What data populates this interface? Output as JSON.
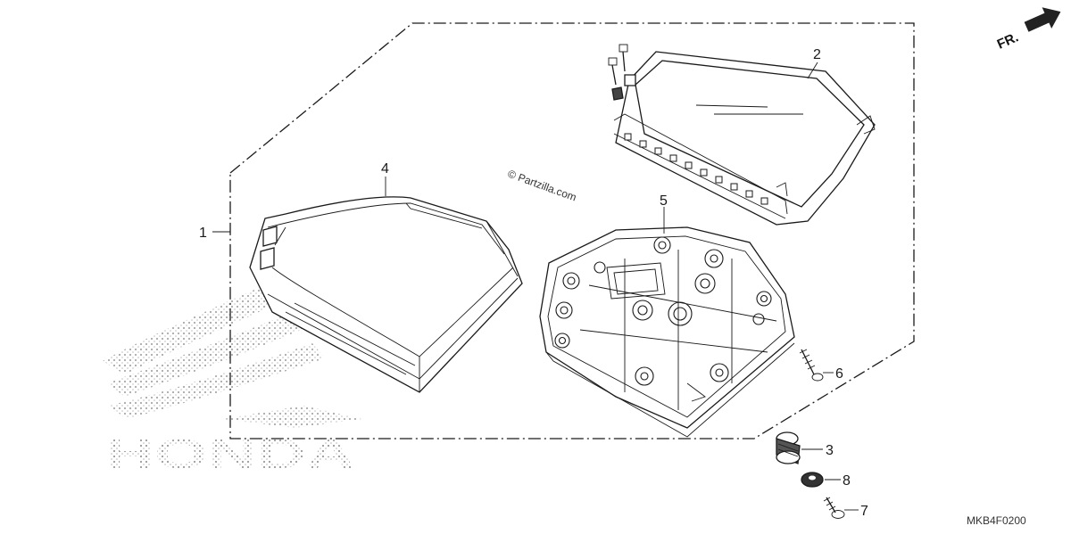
{
  "callouts": [
    "1",
    "2",
    "3",
    "4",
    "5",
    "6",
    "7",
    "8"
  ],
  "watermark": {
    "brand_text": "HONDA",
    "credit_text": "© Partzilla.com"
  },
  "direction_label": "FR.",
  "diagram_code": "MKB4F0200"
}
